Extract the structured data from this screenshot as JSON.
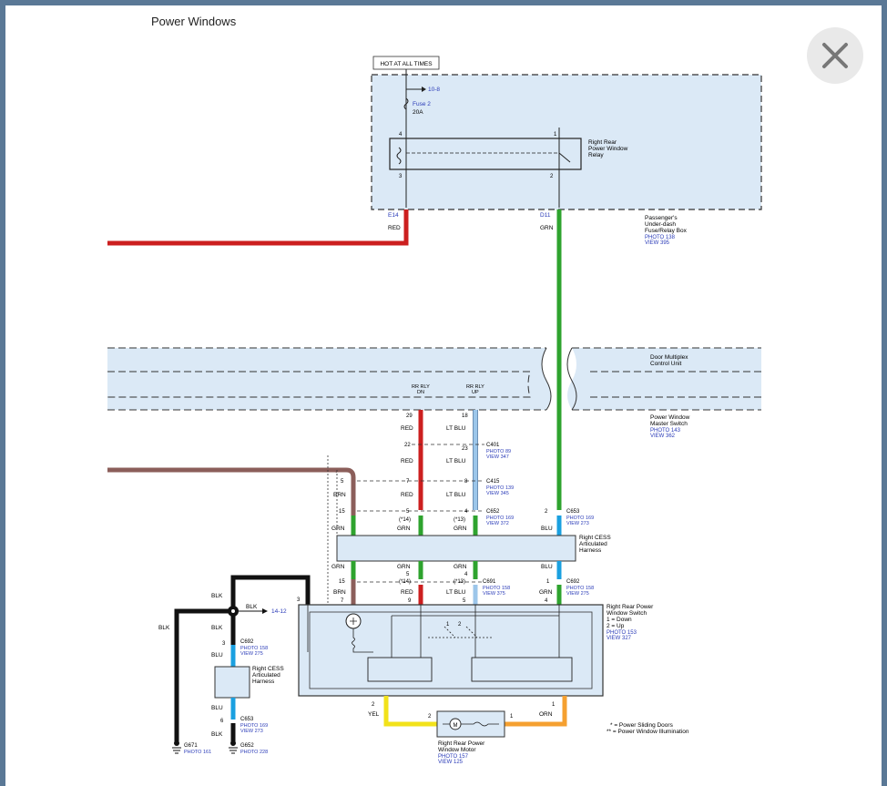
{
  "title": "Power Windows",
  "close_icon": "close-icon",
  "colors": {
    "red": "#cc1f1f",
    "green": "#2ea32e",
    "blue": "#1aa0e0",
    "ltblue": "#9cc6ea",
    "brown": "#8b5e5a",
    "black": "#111111",
    "yellow": "#f2e21a",
    "orange": "#f5a030",
    "box": "#dbe9f6"
  },
  "labels": {
    "hot": "HOT AT ALL TIMES",
    "ref_10_8": "10-8",
    "fuse": "Fuse 2",
    "fuse_amp": "20A",
    "relay": [
      "Right Rear",
      "Power Window",
      "Relay"
    ],
    "pin4": "4",
    "pin1": "1",
    "pin3": "3",
    "pin2": "2",
    "e14": "E14",
    "d11": "D11",
    "red": "RED",
    "grn": "GRN",
    "ltblu": "LT BLU",
    "brn": "BRN",
    "blu": "BLU",
    "blk": "BLK",
    "yel": "YEL",
    "orn": "ORN",
    "fusebox": [
      "Passenger's",
      "Under-dash",
      "Fuse/Relay Box"
    ],
    "fusebox_photo": "PHOTO 138",
    "fusebox_view": "VIEW 395",
    "multiplex": [
      "Door Multiplex",
      "Control Unit"
    ],
    "rr_dn": [
      "RR RLY",
      "DN"
    ],
    "rr_up": [
      "RR RLY",
      "UP"
    ],
    "master": [
      "Power Window",
      "Master Switch"
    ],
    "master_photo": "PHOTO 143",
    "master_view": "VIEW 362",
    "p29": "29",
    "p18": "18",
    "p22": "22",
    "p23": "23",
    "p7": "7",
    "p8": "8",
    "p5": "5",
    "p15": "15",
    "p4": "4",
    "p6": "6",
    "p9": "9",
    "p1": "1",
    "c401": "C401",
    "c401_photo": "PHOTO 89",
    "c401_view": "VIEW 347",
    "c415": "C415",
    "c415_photo": "PHOTO 139",
    "c415_view": "VIEW 345",
    "c652": "C652",
    "c652_photo": "PHOTO 169",
    "c652_view": "VIEW 372",
    "c653": "C653",
    "c653_photo": "PHOTO 169",
    "c653_view": "VIEW 273",
    "star14": "(*14)",
    "star13": "(*13)",
    "cess": [
      "Right CESS",
      "Articulated",
      "Harness"
    ],
    "c691": "C691",
    "c691_photo": "PHOTO 158",
    "c691_view": "VIEW 375",
    "c692": "C692",
    "c692_photo": "PHOTO 158",
    "c692_view": "VIEW 275",
    "ref_14_12": "14-12",
    "switch": [
      "Right Rear Power",
      "Window Switch",
      "1 = Down",
      "2 = Up"
    ],
    "switch_photo": "PHOTO 153",
    "switch_view": "VIEW 327",
    "motor": [
      "Right Rear Power",
      "Window Motor"
    ],
    "motor_photo": "PHOTO 157",
    "motor_view": "VIEW 125",
    "motor_m": "M",
    "note1": "* = Power Sliding Doors",
    "note2": "** = Power Window Illumination",
    "g671": "G671",
    "g671_photo": "PHOTO 161",
    "g652": "G652",
    "g652_photo": "PHOTO 228",
    "sw1": "1",
    "sw2": "2"
  }
}
